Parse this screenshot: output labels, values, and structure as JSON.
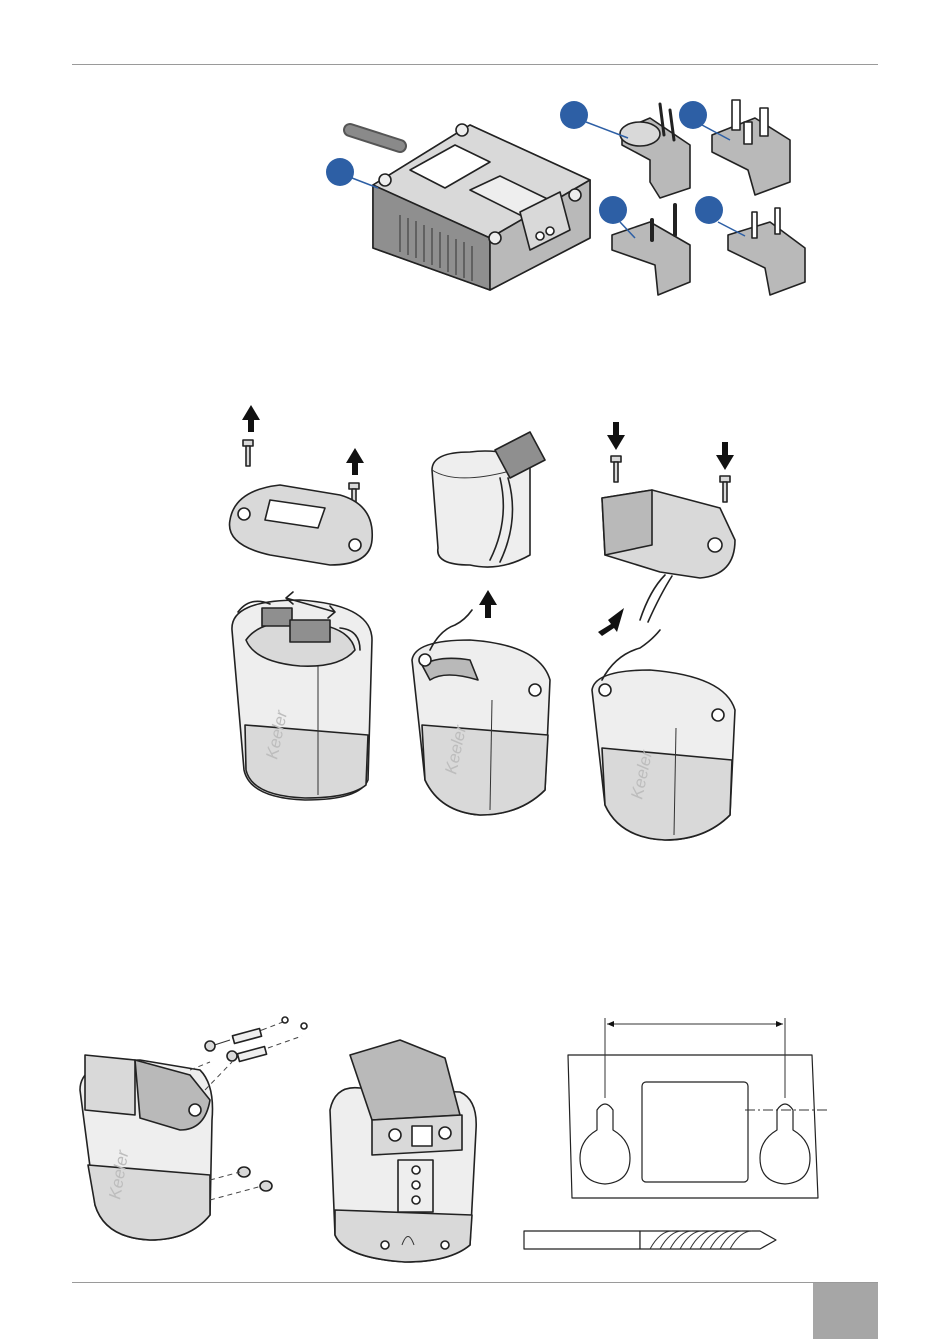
{
  "figures": {
    "charger": {
      "brand": "Keeler",
      "callout_count": 5
    },
    "battery_replacement": {
      "brand": "Keeler",
      "step_count": 3
    },
    "wall_mount": {
      "brand": "Keeler"
    }
  },
  "colors": {
    "callout_blue": "#2d5fa5",
    "page_tab_grey": "#a6a6a6"
  }
}
